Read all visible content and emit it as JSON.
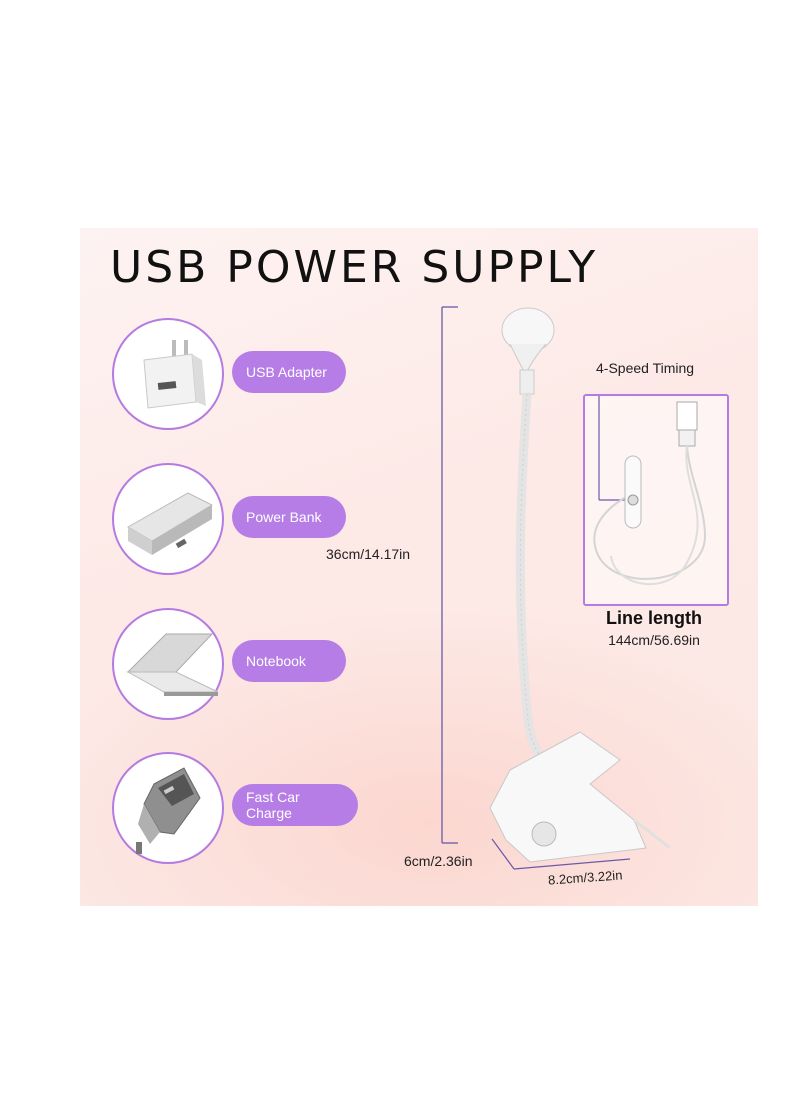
{
  "title": "USB POWER SUPPLY",
  "sources": [
    {
      "label": "USB Adapter",
      "icon": "usb-adapter-icon"
    },
    {
      "label": "Power Bank",
      "icon": "power-bank-icon"
    },
    {
      "label": "Notebook",
      "icon": "notebook-icon"
    },
    {
      "label": "Fast Car Charge",
      "icon": "car-charger-icon"
    }
  ],
  "dimensions": {
    "height": "36cm/14.17in",
    "clip_height": "6cm/2.36in",
    "clip_width": "8.2cm/3.22in"
  },
  "cable": {
    "timing": "4-Speed Timing",
    "line_length_label": "Line length",
    "line_length_value": "144cm/56.69in"
  },
  "colors": {
    "accent": "#b67de6",
    "background": "#fde9e6"
  }
}
